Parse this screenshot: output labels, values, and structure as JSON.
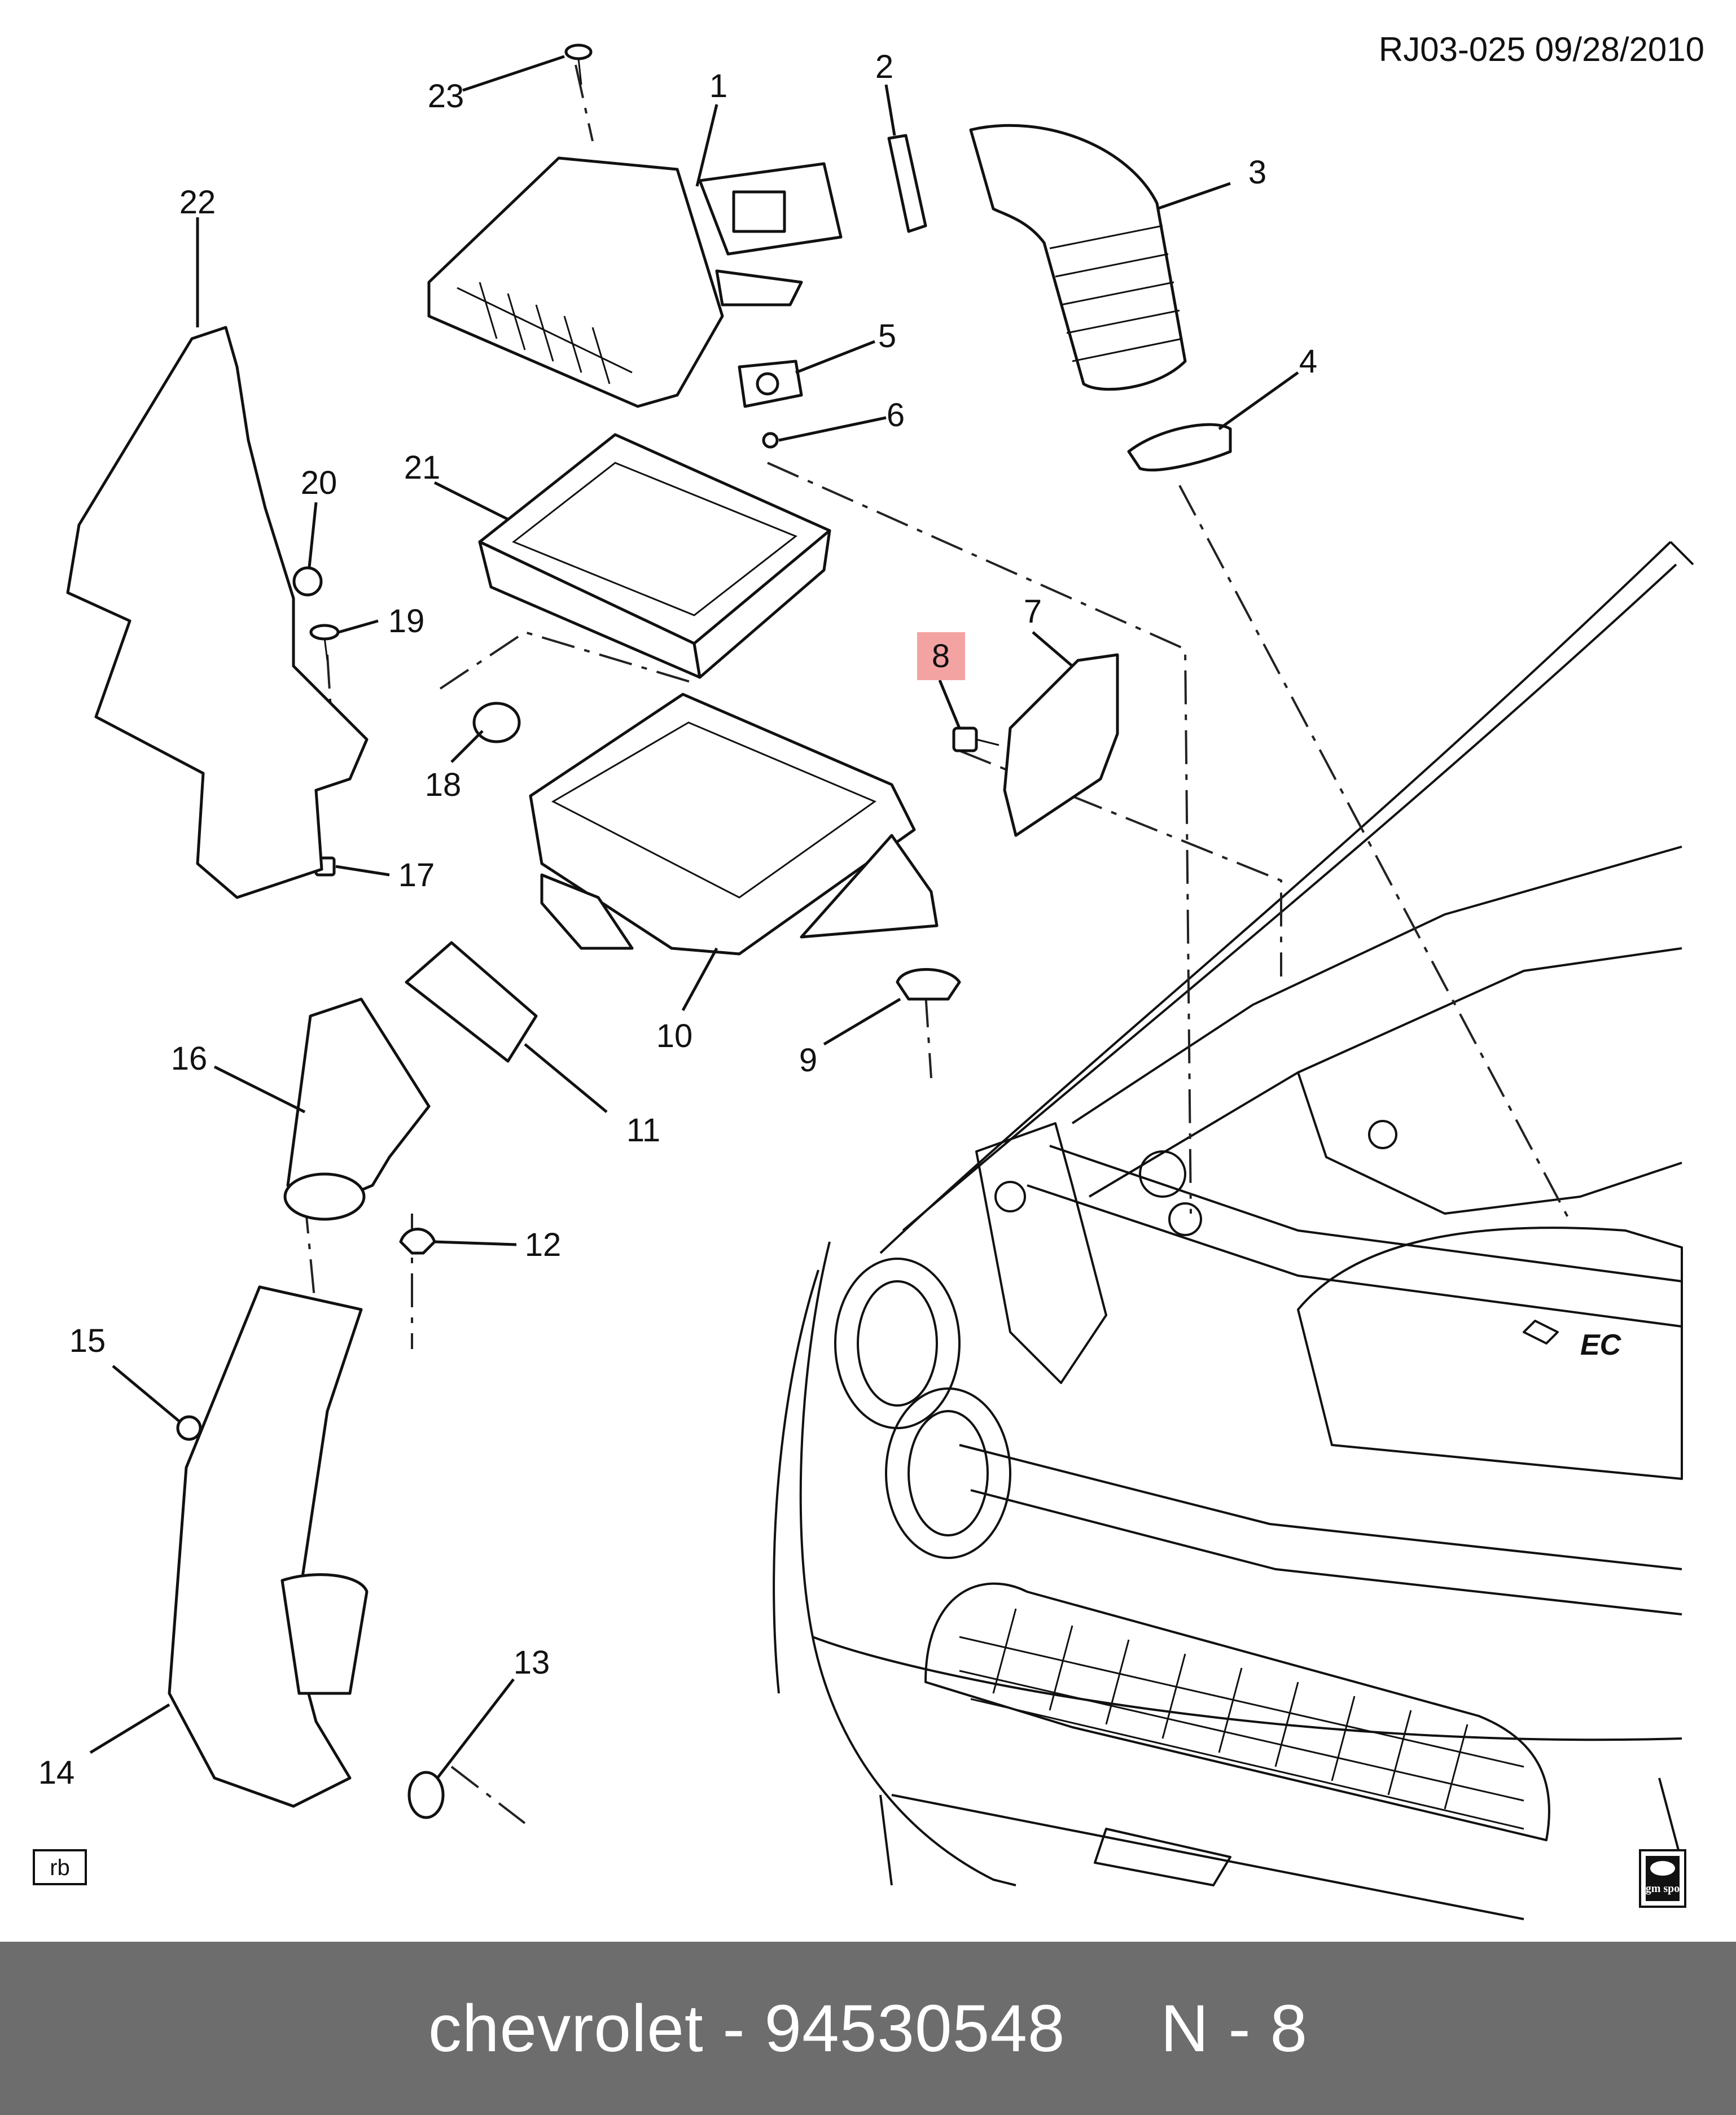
{
  "drawing_id": "RJ03-025  09/28/2010",
  "page_code": "rb",
  "publisher_logo_text": "gm spo",
  "highlight_color": "#f4a3a3",
  "callouts": [
    {
      "id": "c1",
      "label": "1"
    },
    {
      "id": "c2",
      "label": "2"
    },
    {
      "id": "c3",
      "label": "3"
    },
    {
      "id": "c4",
      "label": "4"
    },
    {
      "id": "c5",
      "label": "5"
    },
    {
      "id": "c6",
      "label": "6"
    },
    {
      "id": "c7",
      "label": "7"
    },
    {
      "id": "c8",
      "label": "8",
      "highlighted": true
    },
    {
      "id": "c9",
      "label": "9"
    },
    {
      "id": "c10",
      "label": "10"
    },
    {
      "id": "c11",
      "label": "11"
    },
    {
      "id": "c12",
      "label": "12"
    },
    {
      "id": "c13",
      "label": "13"
    },
    {
      "id": "c14",
      "label": "14"
    },
    {
      "id": "c15",
      "label": "15"
    },
    {
      "id": "c16",
      "label": "16"
    },
    {
      "id": "c17",
      "label": "17"
    },
    {
      "id": "c18",
      "label": "18"
    },
    {
      "id": "c19",
      "label": "19"
    },
    {
      "id": "c20",
      "label": "20"
    },
    {
      "id": "c21",
      "label": "21"
    },
    {
      "id": "c22",
      "label": "22"
    },
    {
      "id": "c23",
      "label": "23"
    }
  ],
  "footer": {
    "text": "chevrolet - 94530548     N - 8"
  }
}
